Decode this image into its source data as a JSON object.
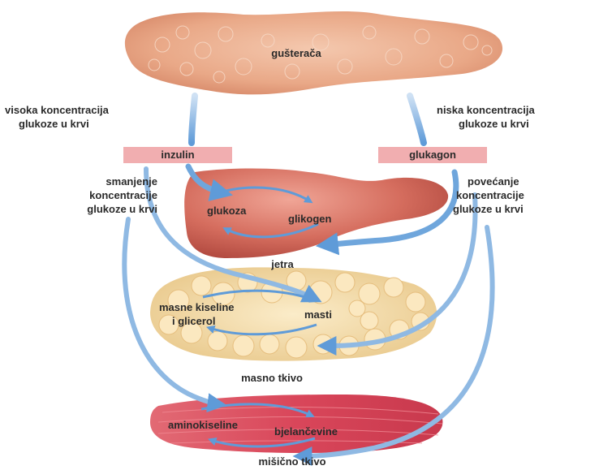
{
  "organs": {
    "pancreas": "gušterača",
    "liver": "jetra",
    "adipose": "masno tkivo",
    "muscle": "mišično tkivo"
  },
  "hormones": {
    "left": "inzulin",
    "right": "glukagon"
  },
  "conditions": {
    "high_glucose_line1": "visoka koncentracija",
    "high_glucose_line2": "glukoze u krvi",
    "low_glucose_line1": "niska koncentracija",
    "low_glucose_line2": "glukoze u krvi",
    "decrease_line1": "smanjenje",
    "decrease_line2": "koncentracije",
    "decrease_line3": "glukoze u krvi",
    "increase_line1": "povećanje",
    "increase_line2": "koncentracije",
    "increase_line3": "glukoze u krvi"
  },
  "molecules": {
    "glucose": "glukoza",
    "glycogen": "glikogen",
    "fatty_acids_line1": "masne kiseline",
    "fatty_acids_line2": "i glicerol",
    "fats": "masti",
    "amino_acids": "aminokiseline",
    "proteins": "bjelančevine"
  },
  "colors": {
    "insulin_box": "#f1aeb0",
    "arrow": "#6fa6dc",
    "pancreas": "#e9a887",
    "liver": "#d56d5e",
    "adipose": "#f3d7a3",
    "muscle": "#d9465a"
  }
}
